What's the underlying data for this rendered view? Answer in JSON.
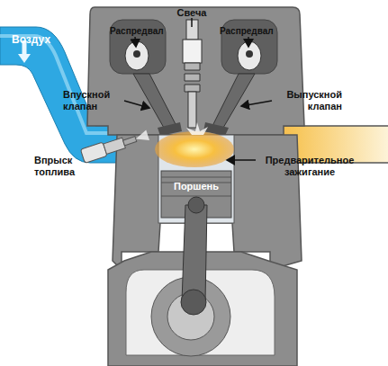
{
  "diagram": {
    "labels": [
      "Воздух",
      "Распредвал",
      "Свеча",
      "Распредвал",
      "Впускной клапан",
      "Выпускной клапан",
      "Впрыск топлива",
      "Предварительное зажигание",
      "Поршень"
    ]
  }
}
